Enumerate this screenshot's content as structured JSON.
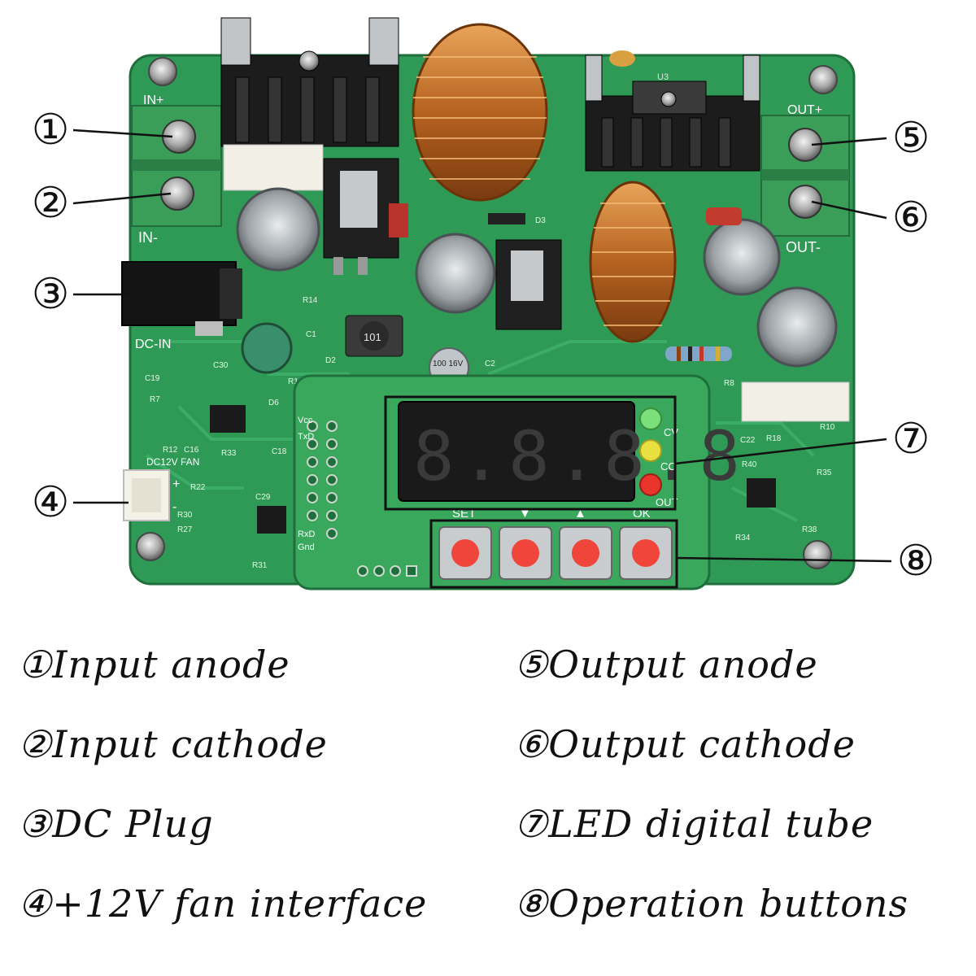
{
  "callouts": [
    "①",
    "②",
    "③",
    "④",
    "⑤",
    "⑥",
    "⑦",
    "⑧"
  ],
  "board": {
    "terminals": {
      "in_plus": "IN+",
      "in_minus": "IN-",
      "out_plus": "OUT+",
      "out_minus": "OUT-",
      "dc_in": "DC-IN"
    },
    "fan_label": "DC12V FAN",
    "fan_plus": "+",
    "fan_minus": "-",
    "chip_101": "101",
    "display_digits": "8.8.8.8",
    "indicators": {
      "cv": "CV",
      "cc": "CC",
      "out": "OUT"
    },
    "button_labels": [
      "SET",
      "▼",
      "▲",
      "OK"
    ],
    "header_pins": {
      "vcc": "Vcc",
      "txd": "TxD",
      "rxd": "RxD",
      "gnd": "Gnd"
    },
    "refs": [
      "C19",
      "C30",
      "R7",
      "R12",
      "C16",
      "R33",
      "C18",
      "R22",
      "C29",
      "R30",
      "R27",
      "R31",
      "R14",
      "D6",
      "R1",
      "D2",
      "C1",
      "C2",
      "D3",
      "U3",
      "R8",
      "R10",
      "R18",
      "C22",
      "R40",
      "R35",
      "R34",
      "R38"
    ],
    "cap_text": "100 16V",
    "colors": {
      "pcb": "#2f9a56",
      "pcb_dark": "#1f7a40",
      "copper": "#c8742e",
      "silver": "#b8bcbf",
      "display": "#1a1a1a",
      "led_green": "#7be07b",
      "led_yellow": "#e8e040",
      "led_red": "#e8342a",
      "button": "#f0453a"
    }
  },
  "legend": [
    {
      "num": "①",
      "text": "Input anode"
    },
    {
      "num": "②",
      "text": "Input cathode"
    },
    {
      "num": "③",
      "text": "DC Plug"
    },
    {
      "num": "④",
      "text": "+12V fan interface"
    },
    {
      "num": "⑤",
      "text": "Output anode"
    },
    {
      "num": "⑥",
      "text": "Output cathode"
    },
    {
      "num": "⑦",
      "text": "LED digital tube"
    },
    {
      "num": "⑧",
      "text": "Operation buttons"
    }
  ]
}
